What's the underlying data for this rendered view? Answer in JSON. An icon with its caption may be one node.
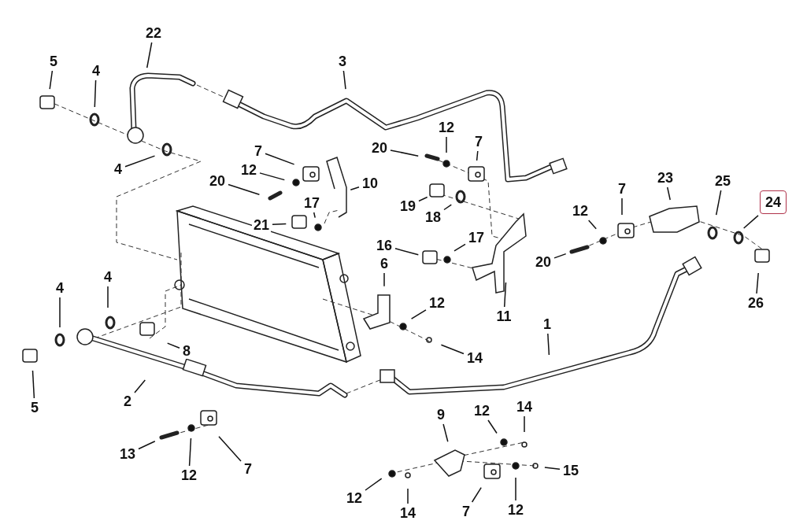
{
  "diagram": {
    "nodes": [
      {
        "text": [
          "22"
        ]
      },
      {
        "text": [
          "5"
        ]
      },
      {
        "text": [
          "4"
        ]
      },
      {
        "text": [
          "3"
        ]
      },
      {
        "text": [
          "12"
        ]
      },
      {
        "text": [
          "20"
        ]
      },
      {
        "text": [
          "7"
        ]
      },
      {
        "text": [
          "4"
        ]
      },
      {
        "text": [
          "7"
        ]
      },
      {
        "text": [
          "12"
        ]
      },
      {
        "text": [
          "23"
        ]
      },
      {
        "text": [
          "25"
        ]
      },
      {
        "text": [
          "20"
        ]
      },
      {
        "text": [
          "10"
        ]
      },
      {
        "text": [
          "17"
        ]
      },
      {
        "text": [
          "7"
        ]
      },
      {
        "text": [
          "24"
        ]
      },
      {
        "text": [
          "19"
        ]
      },
      {
        "text": [
          "12"
        ]
      },
      {
        "text": [
          "21"
        ]
      },
      {
        "text": [
          "18"
        ]
      },
      {
        "text": [
          "16"
        ]
      },
      {
        "text": [
          "17"
        ]
      },
      {
        "text": [
          "20"
        ]
      },
      {
        "text": [
          "6"
        ]
      },
      {
        "text": [
          "4"
        ]
      },
      {
        "text": [
          "4"
        ]
      },
      {
        "text": [
          "12"
        ]
      },
      {
        "text": [
          "26"
        ]
      },
      {
        "text": [
          "11"
        ]
      },
      {
        "text": [
          "1"
        ]
      },
      {
        "text": [
          "8"
        ]
      },
      {
        "text": [
          "14"
        ]
      },
      {
        "text": [
          "2"
        ]
      },
      {
        "text": [
          "5"
        ]
      },
      {
        "text": [
          "9"
        ]
      },
      {
        "text": [
          "12"
        ]
      },
      {
        "text": [
          "14"
        ]
      },
      {
        "text": [
          "13"
        ]
      },
      {
        "text": [
          "15"
        ]
      },
      {
        "text": [
          "12"
        ]
      },
      {
        "text": [
          "7"
        ]
      },
      {
        "text": [
          "12"
        ]
      },
      {
        "text": [
          "7"
        ]
      },
      {
        "text": [
          "12"
        ]
      },
      {
        "text": [
          "14"
        ]
      }
    ],
    "edges": [
      {
        "from": 0,
        "to": null,
        "arrow": "none"
      },
      {
        "from": 1,
        "to": null,
        "arrow": "none"
      },
      {
        "from": 2,
        "to": null,
        "arrow": "none"
      },
      {
        "from": 3,
        "to": null,
        "arrow": "none"
      },
      {
        "from": 4,
        "to": null,
        "arrow": "none"
      },
      {
        "from": 5,
        "to": null,
        "arrow": "none"
      },
      {
        "from": 6,
        "to": null,
        "arrow": "none"
      },
      {
        "from": 7,
        "to": null,
        "arrow": "none"
      },
      {
        "from": 8,
        "to": null,
        "arrow": "none"
      },
      {
        "from": 9,
        "to": null,
        "arrow": "none"
      },
      {
        "from": 10,
        "to": null,
        "arrow": "none"
      },
      {
        "from": 11,
        "to": null,
        "arrow": "none"
      },
      {
        "from": 12,
        "to": null,
        "arrow": "none"
      },
      {
        "from": 13,
        "to": null,
        "arrow": "none"
      },
      {
        "from": 14,
        "to": null,
        "arrow": "none"
      },
      {
        "from": 15,
        "to": null,
        "arrow": "none"
      },
      {
        "from": 16,
        "to": null,
        "arrow": "none"
      },
      {
        "from": 17,
        "to": null,
        "arrow": "none"
      },
      {
        "from": 18,
        "to": null,
        "arrow": "none"
      },
      {
        "from": 19,
        "to": null,
        "arrow": "none"
      },
      {
        "from": 20,
        "to": null,
        "arrow": "none"
      },
      {
        "from": 21,
        "to": null,
        "arrow": "none"
      },
      {
        "from": 22,
        "to": null,
        "arrow": "none"
      },
      {
        "from": 23,
        "to": null,
        "arrow": "none"
      },
      {
        "from": 24,
        "to": null,
        "arrow": "none"
      },
      {
        "from": 25,
        "to": null,
        "arrow": "none"
      },
      {
        "from": 26,
        "to": null,
        "arrow": "none"
      },
      {
        "from": 27,
        "to": null,
        "arrow": "none"
      },
      {
        "from": 28,
        "to": null,
        "arrow": "none"
      },
      {
        "from": 29,
        "to": null,
        "arrow": "none"
      },
      {
        "from": 30,
        "to": null,
        "arrow": "none"
      },
      {
        "from": 31,
        "to": null,
        "arrow": "none"
      },
      {
        "from": 32,
        "to": null,
        "arrow": "none"
      },
      {
        "from": 33,
        "to": null,
        "arrow": "none"
      },
      {
        "from": 34,
        "to": null,
        "arrow": "none"
      },
      {
        "from": 35,
        "to": null,
        "arrow": "none"
      },
      {
        "from": 36,
        "to": null,
        "arrow": "none"
      },
      {
        "from": 37,
        "to": null,
        "arrow": "none"
      },
      {
        "from": 38,
        "to": null,
        "arrow": "none"
      },
      {
        "from": 39,
        "to": null,
        "arrow": "none"
      },
      {
        "from": 40,
        "to": null,
        "arrow": "none"
      },
      {
        "from": 41,
        "to": null,
        "arrow": "none"
      },
      {
        "from": 42,
        "to": null,
        "arrow": "none"
      },
      {
        "from": 43,
        "to": null,
        "arrow": "none"
      },
      {
        "from": 44,
        "to": null,
        "arrow": "none"
      },
      {
        "from": 45,
        "to": null,
        "arrow": "none"
      }
    ]
  }
}
